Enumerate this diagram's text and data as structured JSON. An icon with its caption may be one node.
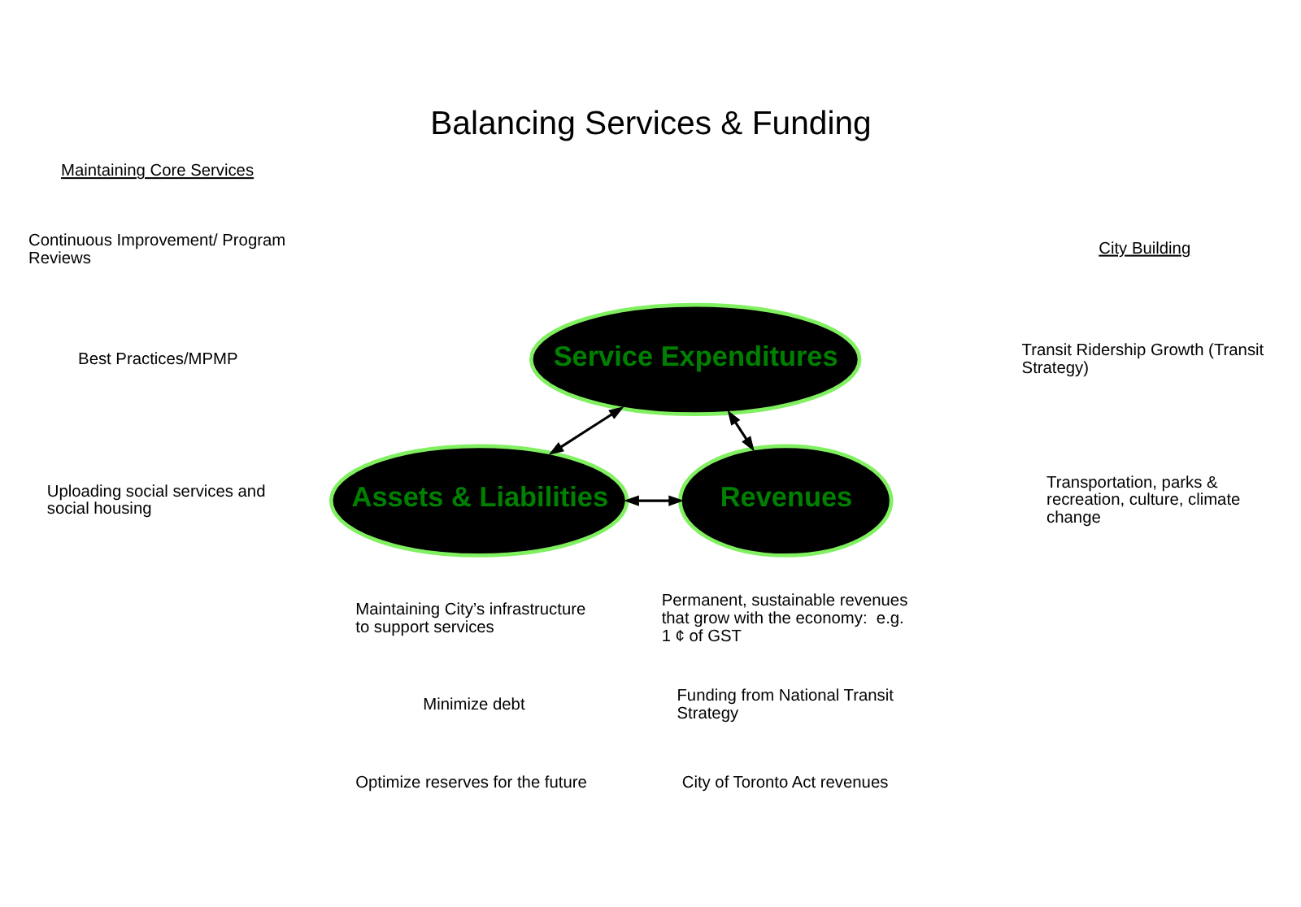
{
  "diagram": {
    "title": "Balancing Services & Funding",
    "nodes": [
      {
        "text": [
          "Service Expenditures"
        ]
      },
      {
        "text": [
          "Assets & Liabilities"
        ]
      },
      {
        "text": [
          "Revenues"
        ]
      }
    ],
    "edges": [
      {
        "from": 0,
        "to": 1,
        "arrow": "both"
      },
      {
        "from": 0,
        "to": 2,
        "arrow": "both"
      },
      {
        "from": 1,
        "to": 2,
        "arrow": "both"
      }
    ],
    "labels": [
      "Maintaining Core Services",
      "Continuous Improvement/ Program Reviews",
      "Best Practices/MPMP",
      "Uploading social services and social housing",
      "City Building",
      "Transit Ridership Growth (Transit Strategy)",
      "Transportation, parks & recreation, culture, climate change",
      "Maintaining City’s infrastructure to support services",
      "Minimize debt",
      "Optimize reserves for the future",
      "Permanent, sustainable revenues that grow with the economy:  e.g. 1 ¢ of GST",
      "Funding from National Transit Strategy",
      "City of Toronto Act revenues"
    ]
  }
}
